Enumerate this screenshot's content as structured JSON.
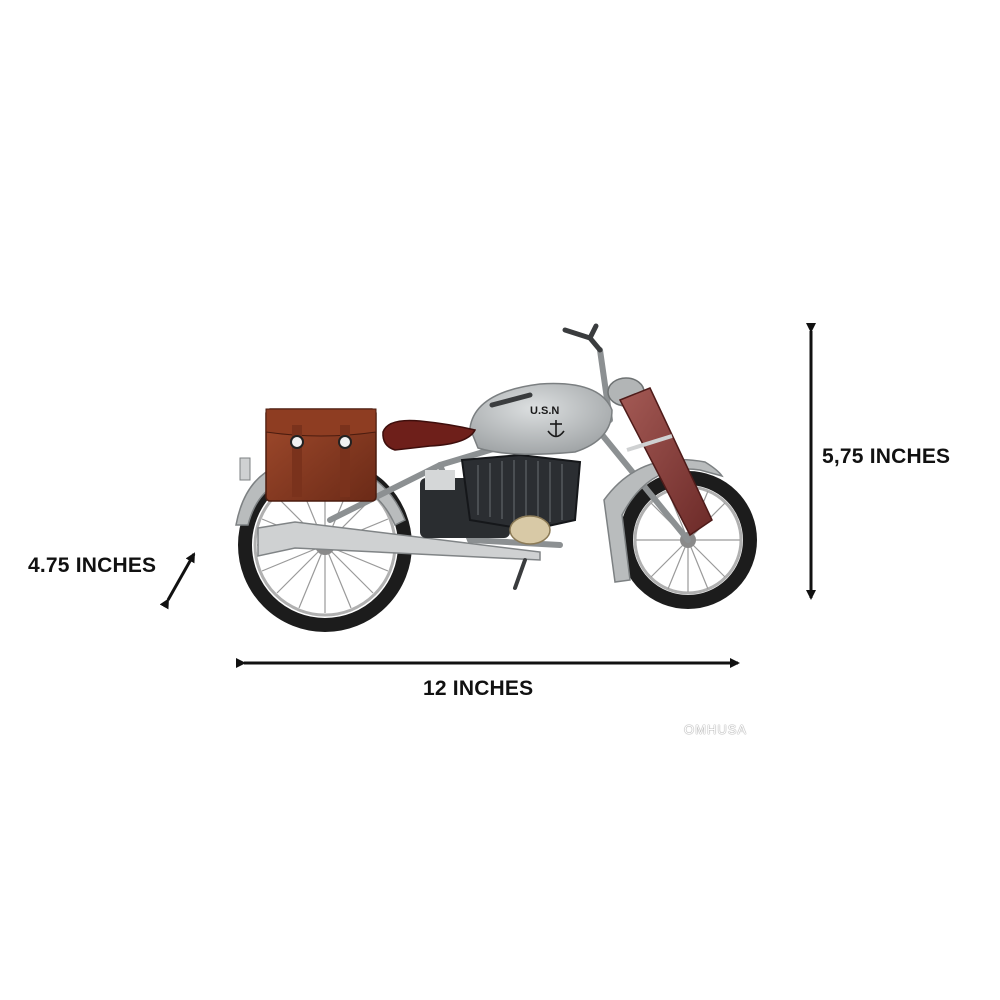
{
  "product": {
    "name": "",
    "tank_lettering": "U.S.N"
  },
  "dimensions": {
    "length_label": "12 INCHES",
    "height_label": "5,75 INCHES",
    "depth_label": "4.75 INCHES"
  },
  "watermark": "OMHUSA",
  "colors": {
    "background": "#ffffff",
    "arrow": "#111111",
    "body_gray": "#b9bcbd",
    "saddlebag_brown": "#8a3a22",
    "seat_red": "#6e1f1a",
    "tire_black": "#1c1c1c"
  }
}
